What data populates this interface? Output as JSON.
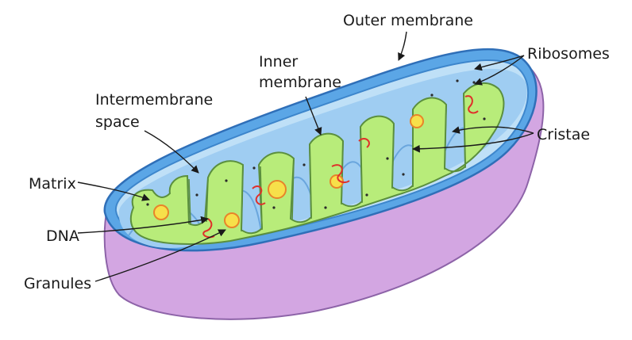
{
  "labels": {
    "outer_membrane": "Outer membrane",
    "inner_membrane": [
      "Inner",
      "membrane"
    ],
    "ribosomes": "Ribosomes",
    "intermembrane_space": [
      "Intermembrane",
      "space"
    ],
    "cristae": "Cristae",
    "matrix": "Matrix",
    "dna": "DNA",
    "granules": "Granules"
  },
  "colors": {
    "outer_wall": "#d3a6e2",
    "outer_wall_stroke": "#8d63a8",
    "membrane_blue": "#5ba6e6",
    "membrane_stroke": "#2f6fb8",
    "intermembrane": "#bfe0f7",
    "matrix_green": "#b8ec7a",
    "matrix_stroke": "#5b8f3e",
    "dna_red": "#e0302a",
    "granule_yellow": "#f7e04a",
    "granule_ring": "#e8842a"
  }
}
